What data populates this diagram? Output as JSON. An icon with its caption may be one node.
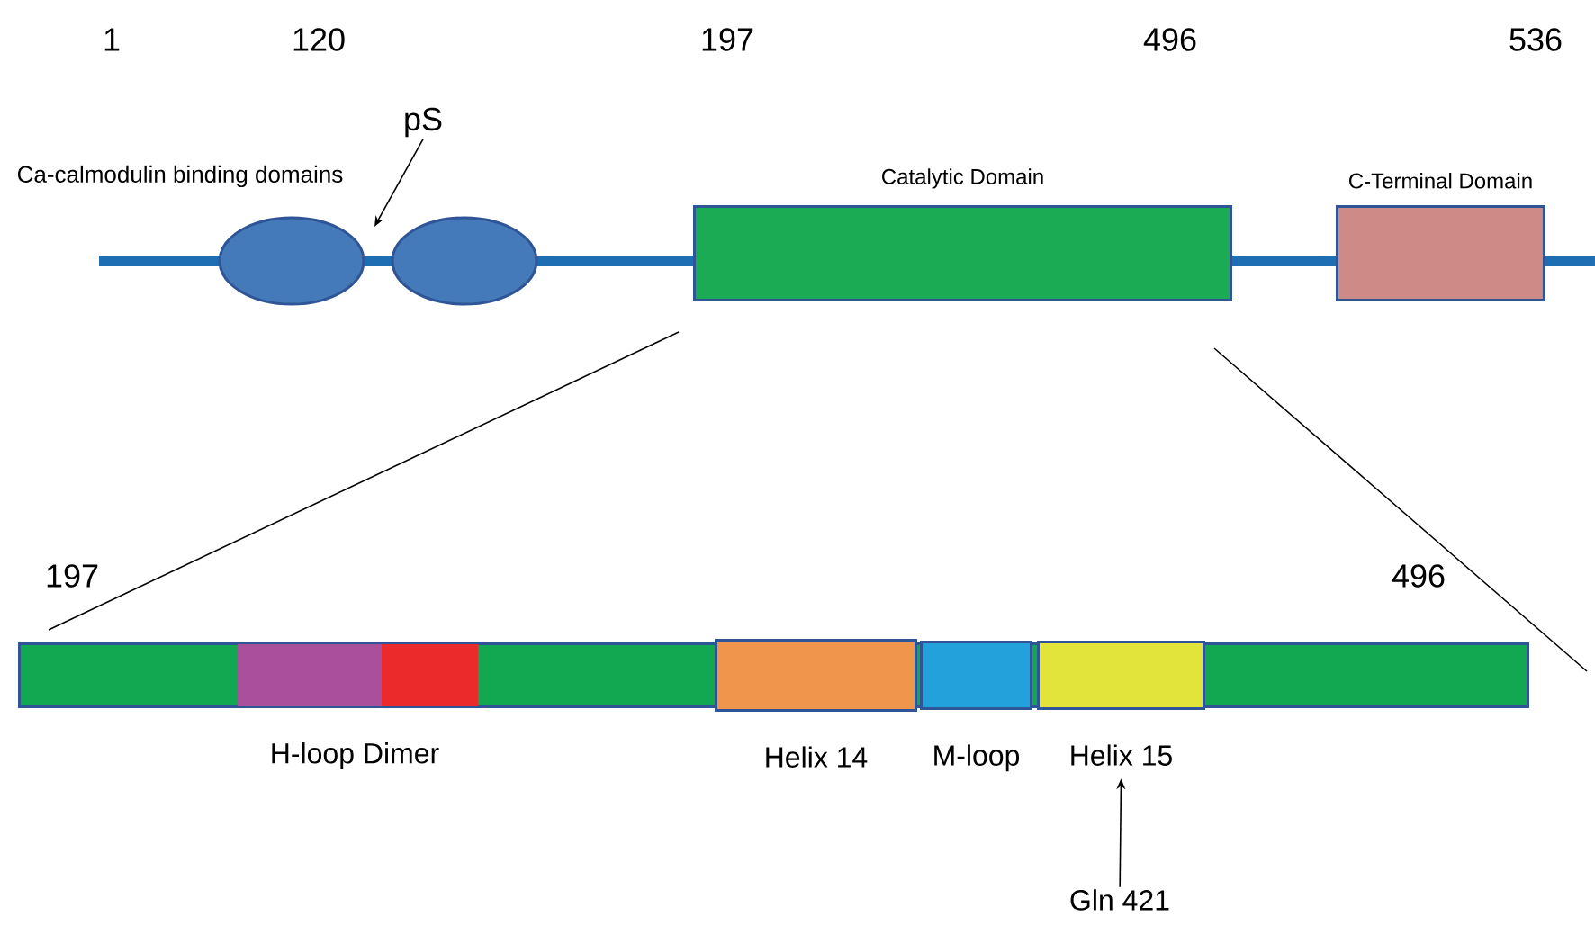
{
  "diagram": {
    "nodes": [
      {
        "text": [
          "pS"
        ]
      },
      {
        "text": [],
        "shape": "circle"
      },
      {
        "text": [],
        "shape": "circle"
      },
      {
        "text": [
          "Catalytic Domain"
        ]
      },
      {
        "text": [
          "C-Terminal Domain"
        ]
      },
      {
        "text": [],
        "shape": "bar"
      },
      {
        "text": [],
        "shape": "box",
        "in": 5
      },
      {
        "text": [],
        "shape": "box",
        "in": 5
      },
      {
        "text": [
          "Helix 14"
        ],
        "in": 5
      },
      {
        "text": [
          "M-loop"
        ],
        "in": 5
      },
      {
        "text": [
          "Helix 15"
        ],
        "in": 5
      },
      {
        "text": [
          "Gln 421"
        ]
      }
    ],
    "edges": [
      {
        "from": 0,
        "to": null,
        "arrow": "to"
      },
      {
        "from": 3,
        "to": 5,
        "arrow": "none"
      },
      {
        "from": 3,
        "to": 5,
        "arrow": "none"
      },
      {
        "from": 11,
        "to": 10,
        "arrow": "to"
      }
    ],
    "labels": [
      "1",
      "120",
      "197",
      "496",
      "536",
      "Ca-calmodulin binding domains",
      "197",
      "496",
      "H-loop Dimer"
    ]
  }
}
